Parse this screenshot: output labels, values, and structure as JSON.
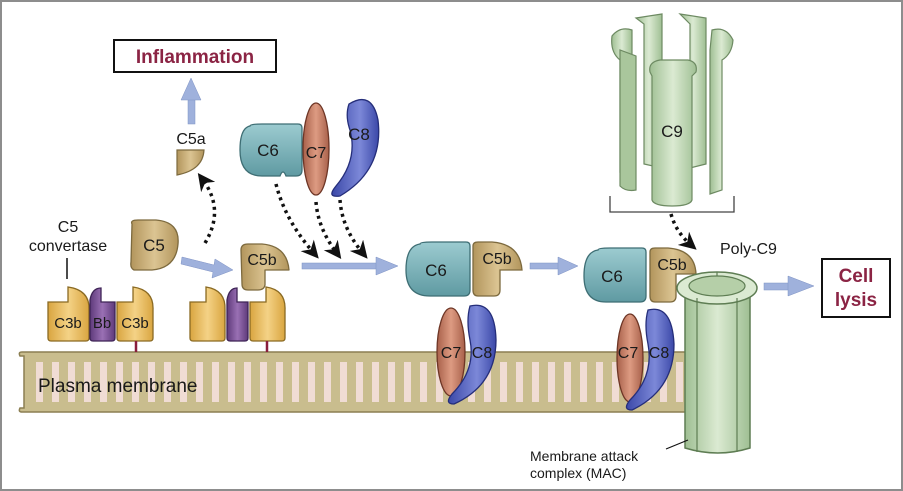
{
  "diagram": {
    "title": "Complement pathway: formation of the membrane attack complex",
    "outcome_boxes": {
      "inflammation": "Inflammation",
      "cell_lysis_line1": "Cell",
      "cell_lysis_line2": "lysis"
    },
    "labels": {
      "c5a": "C5a",
      "c5": "C5",
      "c5_convertase_line1": "C5",
      "c5_convertase_line2": "convertase",
      "c3b_left": "C3b",
      "bb": "Bb",
      "c3b_right": "C3b",
      "c5b": "C5b",
      "c6": "C6",
      "c7": "C7",
      "c8": "C8",
      "c9": "C9",
      "poly_c9": "Poly-C9",
      "plasma_membrane": "Plasma membrane",
      "mac_line1": "Membrane attack",
      "mac_line2": "complex (MAC)"
    },
    "colors": {
      "c3b": "#e8b85a",
      "bb": "#7a4f93",
      "c5": "#c4a96e",
      "c6": "#7fb3b8",
      "c7": "#c07a62",
      "c8": "#4f5cb8",
      "c9": "#b9d3ae",
      "membrane": "#c9bd8e",
      "membrane_stripe": "#f0dcd4",
      "arrow": "#9fb1dc",
      "outcome_text": "#8b2444",
      "anchor": "#8a1e3c"
    }
  }
}
